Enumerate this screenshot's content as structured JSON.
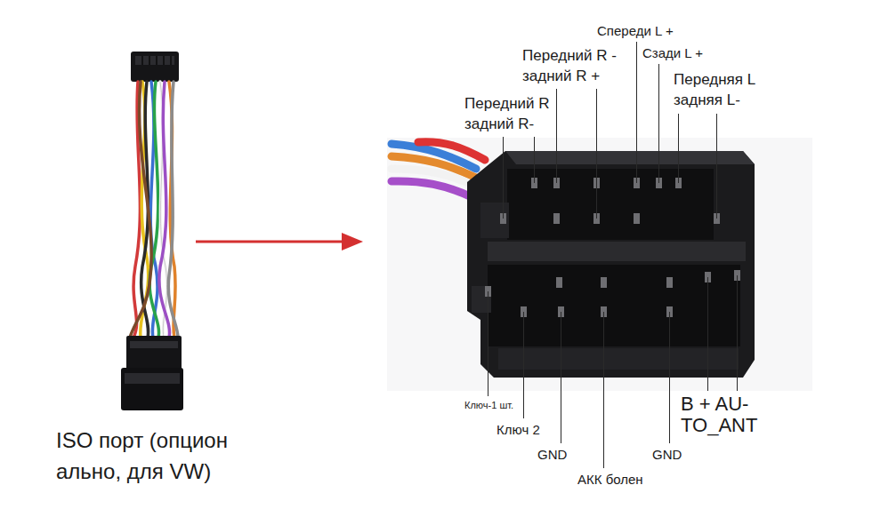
{
  "diagram": {
    "caption": "ISO порт (опцион ально, для VW)",
    "labels": [
      "Спереди L +",
      "Передний R - задний R +",
      "Сзади L +",
      "Передняя L задняя L-",
      "Передний R задний R-",
      "Ключ-1 шт.",
      "Ключ 2",
      "GND",
      "АКК болен",
      "GND",
      "B + AU- TO_ANT"
    ]
  }
}
